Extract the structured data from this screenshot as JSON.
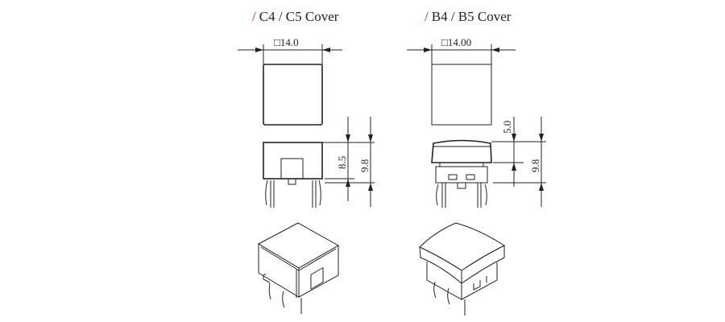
{
  "left_drawing": {
    "title_slash": "/",
    "title": "C4 / C5 Cover",
    "width_dim": "□14.0",
    "height_dim_body": "8.5",
    "height_dim_total": "9.8"
  },
  "right_drawing": {
    "title_slash": "/",
    "title": "B4 / B5 Cover",
    "width_dim": "□14.00",
    "height_dim_cap": "5.0",
    "height_dim_total": "9.8"
  },
  "colors": {
    "line": "#222222",
    "accent_slash": "#b03030"
  }
}
